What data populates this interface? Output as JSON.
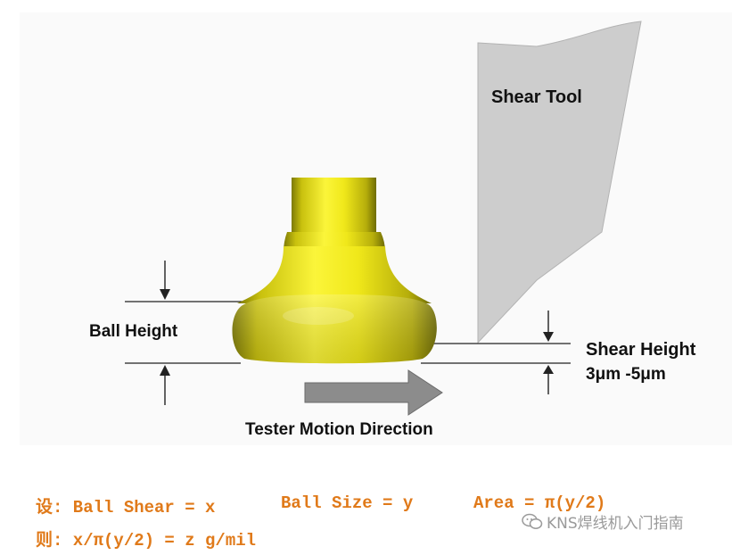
{
  "diagram": {
    "shear_tool_label": "Shear Tool",
    "ball_height_label": "Ball Height",
    "shear_height_label": "Shear Height",
    "shear_height_range": "3μm -5μm",
    "motion_label": "Tester Motion Direction"
  },
  "formulas": {
    "line1_a": "设: Ball Shear = x",
    "line1_b": "Ball Size = y",
    "line1_c": "Area = π(y/2)",
    "line2": "则: x/π(y/2) = z g/mil"
  },
  "watermark": {
    "icon": "wechat-icon",
    "text": "KNS焊线机入门指南"
  },
  "colors": {
    "ball": "#f2ea1c",
    "tool": "#cdcdcd",
    "arrow": "#8c8c8c",
    "formula": "#e07a1a"
  }
}
